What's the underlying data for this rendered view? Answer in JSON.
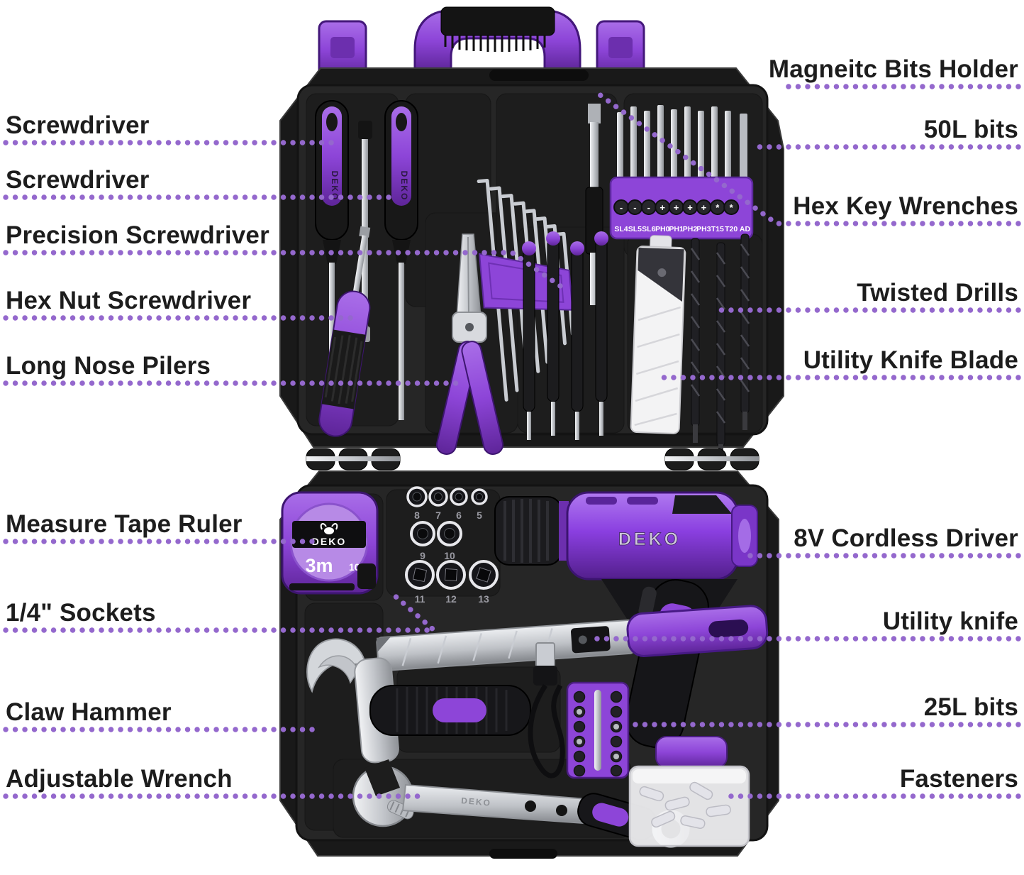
{
  "left_labels": [
    "Screwdriver",
    "Screwdriver",
    "Precision Screwdriver",
    "Hex Nut Screwdriver",
    "Long Nose Pilers",
    "Measure Tape Ruler",
    "1/4\" Sockets",
    "Claw Hammer",
    "Adjustable Wrench"
  ],
  "right_labels": [
    "Magneitc Bits Holder",
    "50L bits",
    "Hex Key Wrenches",
    "Twisted Drills",
    "Utility Knife Blade",
    "8V Cordless Driver",
    "Utility knife",
    "25L bits",
    "Fasteners"
  ],
  "toolbox": {
    "brand": "DEKO",
    "tape_measure": {
      "length_m": "3m",
      "length_ft": "10FT"
    },
    "bit_holder_labels": [
      "SL4",
      "SL5",
      "SL6",
      "PH0",
      "PH1",
      "PH2",
      "PH3",
      "T15",
      "T20",
      "AD"
    ],
    "bit_holder_symbols": [
      "-",
      "-",
      "-",
      "+",
      "+",
      "+",
      "+",
      "*",
      "*"
    ],
    "socket_sizes_row1": [
      "8",
      "7",
      "6",
      "5"
    ],
    "socket_sizes_row2": [
      "9",
      "10"
    ],
    "socket_sizes_row3": [
      "11",
      "12",
      "13"
    ]
  },
  "colors": {
    "accent_purple": "#8d45d8",
    "leader_dots": "#9468cd",
    "case_black": "#191919"
  }
}
